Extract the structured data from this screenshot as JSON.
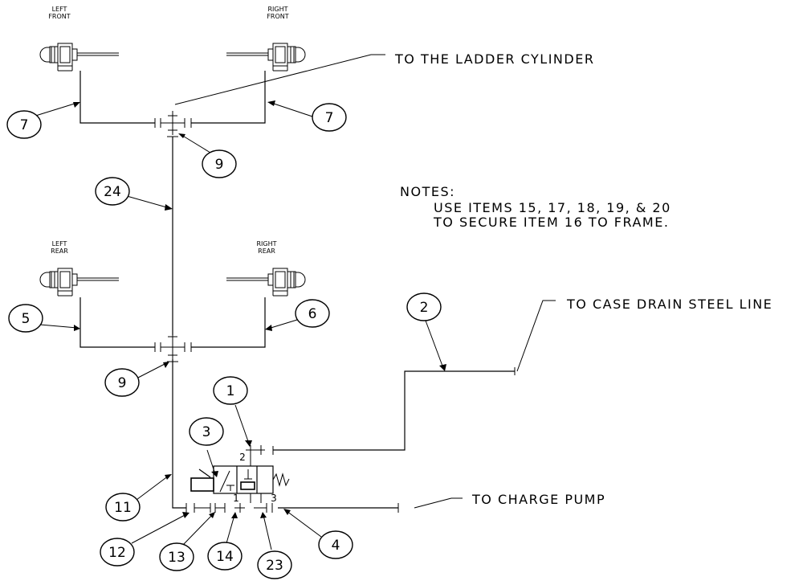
{
  "callouts": {
    "to_ladder_cylinder": "TO THE LADDER CYLINDER",
    "to_case_drain": "TO CASE DRAIN STEEL LINE",
    "to_charge_pump": "TO CHARGE PUMP"
  },
  "notes": {
    "title": "NOTES:",
    "line1": "USE ITEMS 15, 17, 18, 19, & 20",
    "line2": "TO SECURE ITEM 16 TO FRAME."
  },
  "cylinders": {
    "left_front": [
      "LEFT",
      "FRONT"
    ],
    "right_front": [
      "RIGHT",
      "FRONT"
    ],
    "left_rear": [
      "LEFT",
      "REAR"
    ],
    "right_rear": [
      "RIGHT",
      "REAR"
    ]
  },
  "valve_ports": {
    "p2": "2",
    "p1": "1",
    "p3": "3"
  },
  "balloons": {
    "b7_left": "7",
    "b7_right": "7",
    "b9_top": "9",
    "b24": "24",
    "b5": "5",
    "b6": "6",
    "b9_bottom": "9",
    "b2": "2",
    "b1": "1",
    "b3": "3",
    "b11": "11",
    "b12": "12",
    "b13": "13",
    "b14": "14",
    "b23": "23",
    "b4": "4"
  }
}
